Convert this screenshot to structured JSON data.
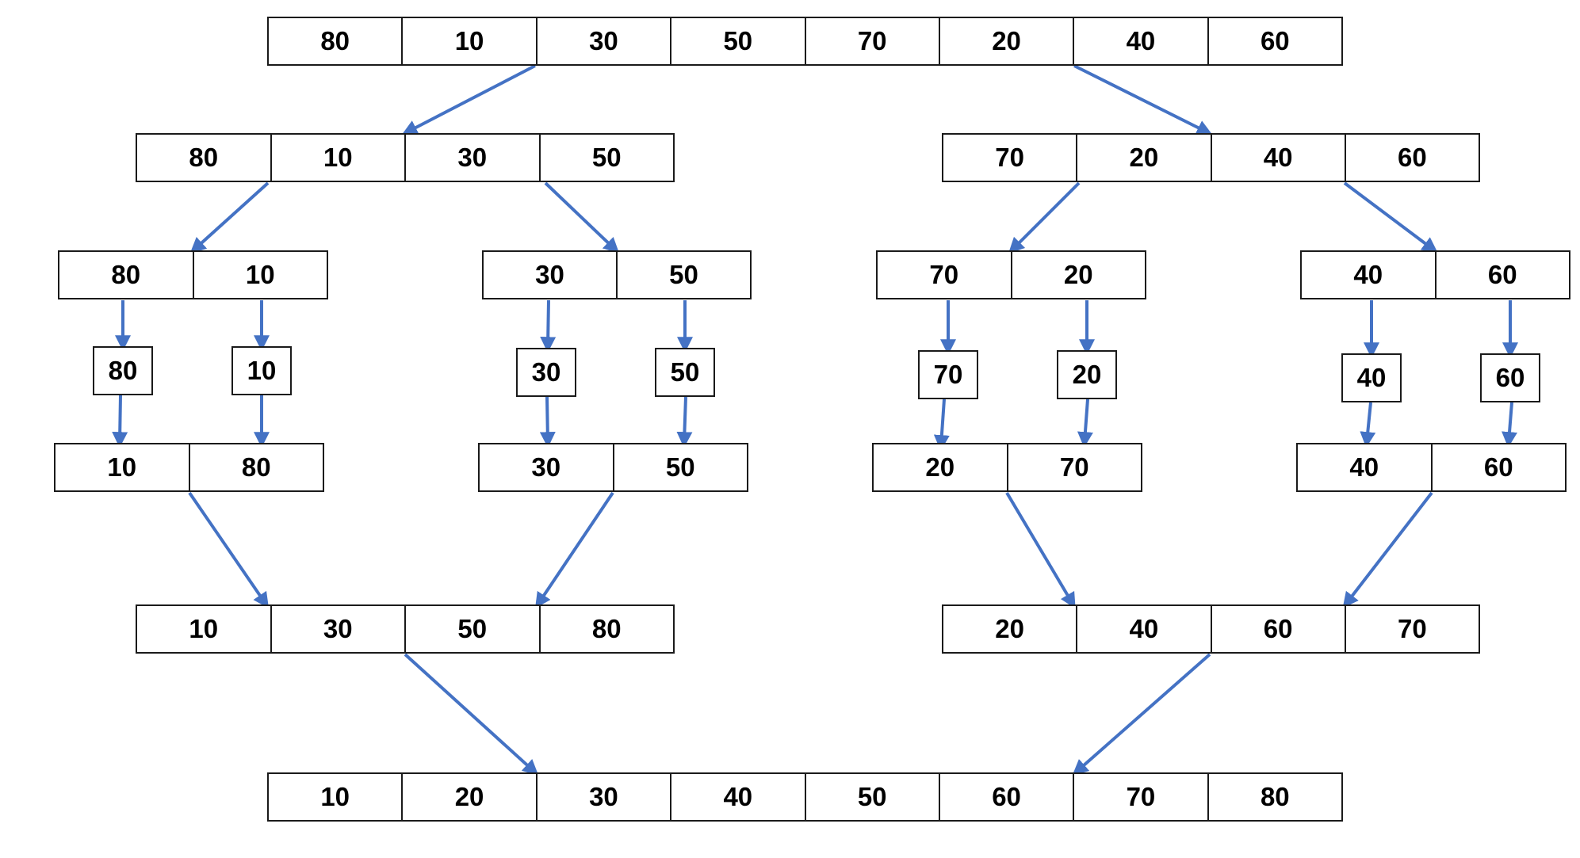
{
  "colors": {
    "arrow": "#4472C4",
    "border": "#1a1a1a",
    "text": "#000000",
    "background": "#ffffff"
  },
  "levels": {
    "input": [
      "80",
      "10",
      "30",
      "50",
      "70",
      "20",
      "40",
      "60"
    ],
    "split1_left": [
      "80",
      "10",
      "30",
      "50"
    ],
    "split1_right": [
      "70",
      "20",
      "40",
      "60"
    ],
    "split2_a": [
      "80",
      "10"
    ],
    "split2_b": [
      "30",
      "50"
    ],
    "split2_c": [
      "70",
      "20"
    ],
    "split2_d": [
      "40",
      "60"
    ],
    "singles": [
      "80",
      "10",
      "30",
      "50",
      "70",
      "20",
      "40",
      "60"
    ],
    "merge1_a": [
      "10",
      "80"
    ],
    "merge1_b": [
      "30",
      "50"
    ],
    "merge1_c": [
      "20",
      "70"
    ],
    "merge1_d": [
      "40",
      "60"
    ],
    "merge2_left": [
      "10",
      "30",
      "50",
      "80"
    ],
    "merge2_right": [
      "20",
      "40",
      "60",
      "70"
    ],
    "output": [
      "10",
      "20",
      "30",
      "40",
      "50",
      "60",
      "70",
      "80"
    ]
  }
}
